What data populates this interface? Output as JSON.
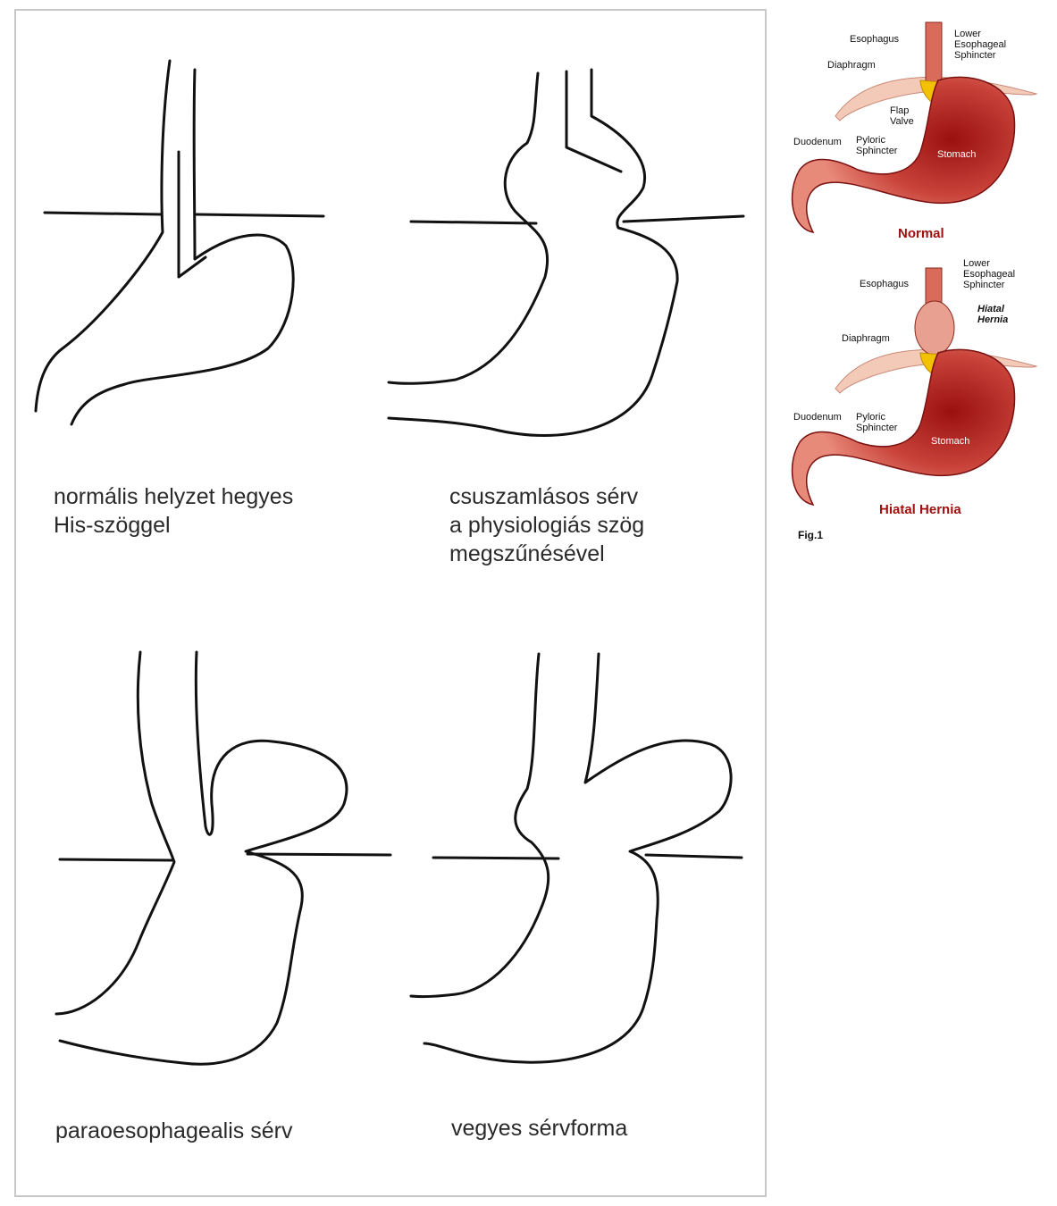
{
  "panels": [
    {
      "caption_lines": [
        "normális helyzet hegyes",
        "His-szöggel"
      ]
    },
    {
      "caption_lines": [
        "csuszamlásos sérv",
        "a physiologiás szög",
        "megszűnésével"
      ]
    },
    {
      "caption_lines": [
        "paraoesophagealis sérv"
      ]
    },
    {
      "caption_lines": [
        "vegyes sérvforma"
      ]
    }
  ],
  "anatomy_normal": {
    "title": "Normal",
    "labels": {
      "esophagus": "Esophagus",
      "les_lines": [
        "Lower",
        "Esophageal",
        "Sphincter"
      ],
      "diaphragm": "Diaphragm",
      "flap_lines": [
        "Flap",
        "Valve"
      ],
      "duodenum": "Duodenum",
      "pyloric_lines": [
        "Pyloric",
        "Sphincter"
      ],
      "stomach": "Stomach"
    }
  },
  "anatomy_hernia": {
    "title": "Hiatal Hernia",
    "labels": {
      "esophagus": "Esophagus",
      "les_lines": [
        "Lower",
        "Esophageal",
        "Sphincter"
      ],
      "hernia_lines": [
        "Hiatal",
        "Hernia"
      ],
      "diaphragm": "Diaphragm",
      "duodenum": "Duodenum",
      "pyloric_lines": [
        "Pyloric",
        "Sphincter"
      ],
      "stomach": "Stomach"
    }
  },
  "figure_label": "Fig.1",
  "colors": {
    "sketch_line": "#111111",
    "title_red": "#a01010",
    "stomach_light": "#e88a7a",
    "stomach_dark": "#9a1010",
    "diaphragm": "#f3c9b8",
    "sphincter": "#f2c200"
  }
}
